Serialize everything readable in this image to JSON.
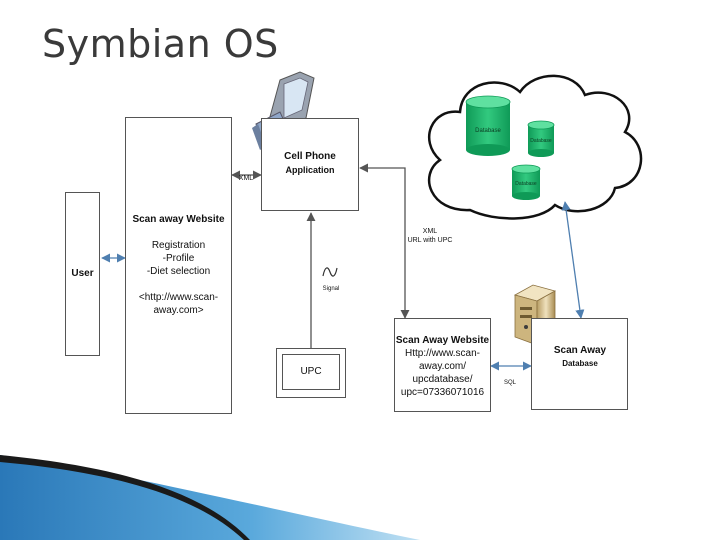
{
  "slide": {
    "title": "Symbian OS"
  },
  "nodes": {
    "user": {
      "label": "User"
    },
    "scan_website": {
      "title": "Scan away Website",
      "lines": [
        "Registration",
        "-Profile",
        "-Diet selection",
        "<http://www.scan-",
        "away.com>"
      ]
    },
    "cell_phone_app": {
      "title_line1": "Cell Phone",
      "title_line2": "Application"
    },
    "upc": {
      "label": "UPC"
    },
    "scan_away_site2": {
      "title": "Scan Away Website",
      "lines": [
        "Http://www.scan-",
        "away.com/",
        "upcdatabase/",
        "upc=07336071016"
      ]
    },
    "scan_away_db": {
      "title_line1": "Scan Away",
      "title_line2": "Database"
    },
    "cloud_db": {
      "labels": [
        "Database",
        "Database",
        "Database"
      ]
    }
  },
  "edges": {
    "xml_left": "XML",
    "xml_url_line1": "XML",
    "xml_url_line2": "URL with UPC",
    "signal": "Signal",
    "sql": "SQL"
  },
  "colors": {
    "database_green": "#1fb36b",
    "link_blue": "#4f7fb0",
    "swoosh_blue": "#3f8fc8",
    "swoosh_dark": "#1a1a1a"
  },
  "icons": [
    "phone-icon",
    "server-icon",
    "database-icon",
    "signal-icon"
  ]
}
